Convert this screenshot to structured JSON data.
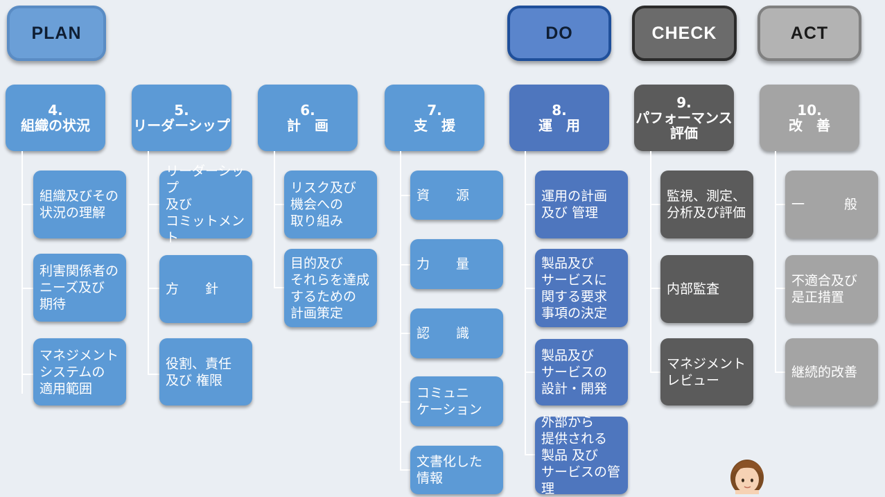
{
  "phases": [
    {
      "label": "PLAN"
    },
    {
      "label": "DO"
    },
    {
      "label": "CHECK"
    },
    {
      "label": "ACT"
    }
  ],
  "columns": [
    {
      "number": "4.",
      "title": "組織の状況",
      "items": [
        "組織及びその\n状況の理解",
        "利害関係者の\nニーズ及び\n期待",
        "マネジメント\nシステムの\n適用範囲"
      ]
    },
    {
      "number": "5.",
      "title": "リーダーシップ",
      "items": [
        "リーダーシップ\n及び\nコミットメント",
        "方　　針",
        "役割、責任\n及び 権限"
      ]
    },
    {
      "number": "6.",
      "title": "計　画",
      "items": [
        "リスク及び\n機会への\n取り組み",
        "目的及び\nそれらを達成\nするための\n計画策定"
      ]
    },
    {
      "number": "7.",
      "title": "支　援",
      "items": [
        "資　　源",
        "力　　量",
        "認　　識",
        "コミュニ\nケーション",
        "文書化した\n情報"
      ]
    },
    {
      "number": "8.",
      "title": "運　用",
      "items": [
        "運用の計画\n及び 管理",
        "製品及び\nサービスに\n関する要求\n事項の決定",
        "製品及び\nサービスの\n設計・開発",
        "外部から\n提供される\n製品 及び\nサービスの管理"
      ]
    },
    {
      "number": "9.",
      "title": "パフォーマンス\n評価",
      "items": [
        "監視、測定、\n分析及び評価",
        "内部監査",
        "マネジメント\nレビュー"
      ]
    },
    {
      "number": "10.",
      "title": "改　善",
      "items": [
        "一　　　般",
        "不適合及び\n是正措置",
        "継続的改善"
      ]
    }
  ],
  "colors": {
    "plan": "#5c9ad6",
    "do": "#4e76be",
    "check": "#5b5b5b",
    "act": "#a4a4a4",
    "background": "#eaeef3"
  }
}
